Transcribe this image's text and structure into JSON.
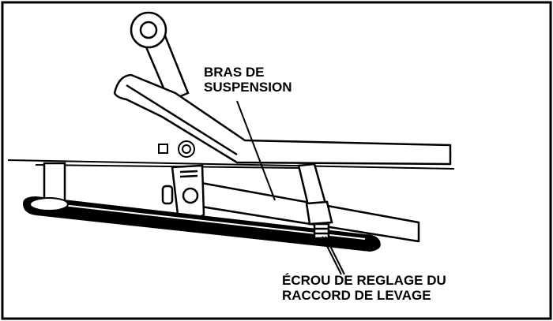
{
  "labels": {
    "suspension_arm": [
      "BRAS DE",
      "SUSPENSION"
    ],
    "adjustment_nut": [
      "ÉCROU DE REGLAGE DU",
      "RACCORD DE LEVAGE"
    ]
  },
  "colors": {
    "line": "#000000",
    "background": "#ffffff"
  }
}
